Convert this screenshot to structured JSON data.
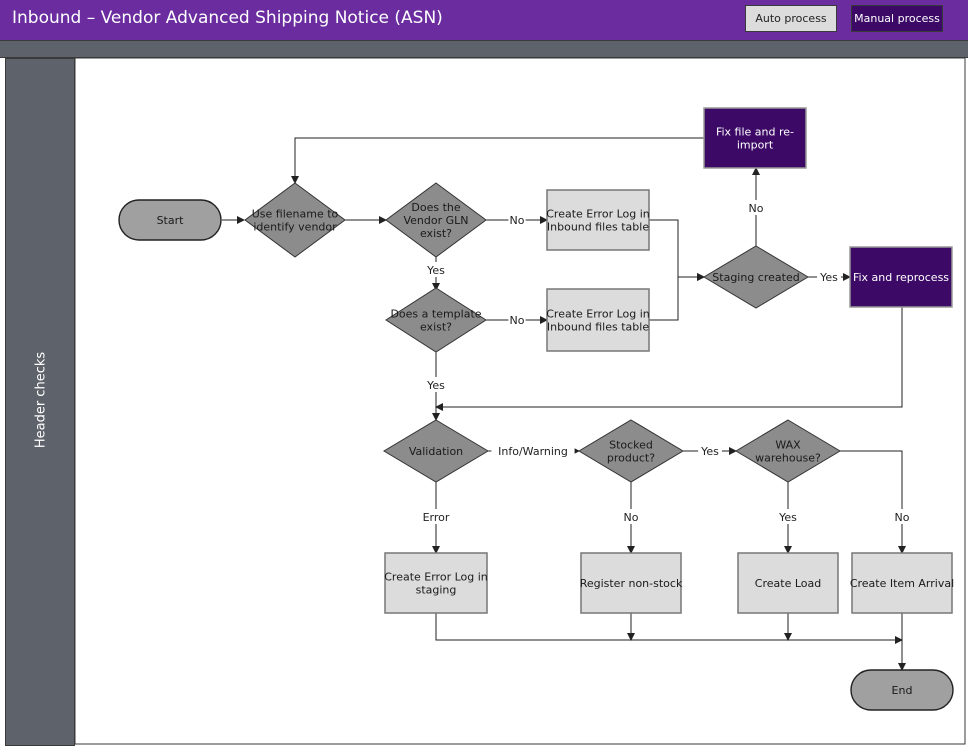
{
  "header": {
    "title": "Inbound – Vendor Advanced Shipping Notice (ASN)",
    "legend": {
      "auto": "Auto process",
      "manual": "Manual process"
    }
  },
  "lane": {
    "label": "Header checks"
  },
  "colors": {
    "title_bar": "#6a2c9f",
    "manual_fill": "#3c0a66",
    "auto_fill": "#dcdcdc",
    "decision_fill": "#8c8c8c",
    "terminal_fill": "#a0a0a0",
    "lane_fill": "#5e636b"
  },
  "nodes": {
    "start": [
      "Start"
    ],
    "identify_vendor": [
      "Use filename to",
      "identify vendor"
    ],
    "gln_exists": [
      "Does the",
      "Vendor GLN",
      "exist?"
    ],
    "error_log_gln": [
      "Create Error Log in",
      "Inbound files table"
    ],
    "template_exists": [
      "Does a template",
      "exist?"
    ],
    "error_log_template": [
      "Create Error Log in",
      "Inbound files table"
    ],
    "staging_created": [
      "Staging created"
    ],
    "fix_reimport": [
      "Fix file and re-",
      "import"
    ],
    "fix_reprocess": [
      "Fix and reprocess"
    ],
    "validation": [
      "Validation"
    ],
    "stocked_product": [
      "Stocked",
      "product?"
    ],
    "wax_warehouse": [
      "WAX",
      "warehouse?"
    ],
    "error_log_staging": [
      "Create Error Log in",
      "staging"
    ],
    "register_nonstock": [
      "Register non-stock"
    ],
    "create_load": [
      "Create Load"
    ],
    "create_item_arrival": [
      "Create Item Arrival"
    ],
    "end": [
      "End"
    ]
  },
  "edge_labels": {
    "gln_no": "No",
    "gln_yes": "Yes",
    "template_no": "No",
    "template_yes": "Yes",
    "staging_yes": "Yes",
    "staging_no": "No",
    "validation_info": "Info/Warning",
    "validation_error": "Error",
    "stocked_yes": "Yes",
    "stocked_no": "No",
    "wax_yes": "Yes",
    "wax_no": "No"
  }
}
